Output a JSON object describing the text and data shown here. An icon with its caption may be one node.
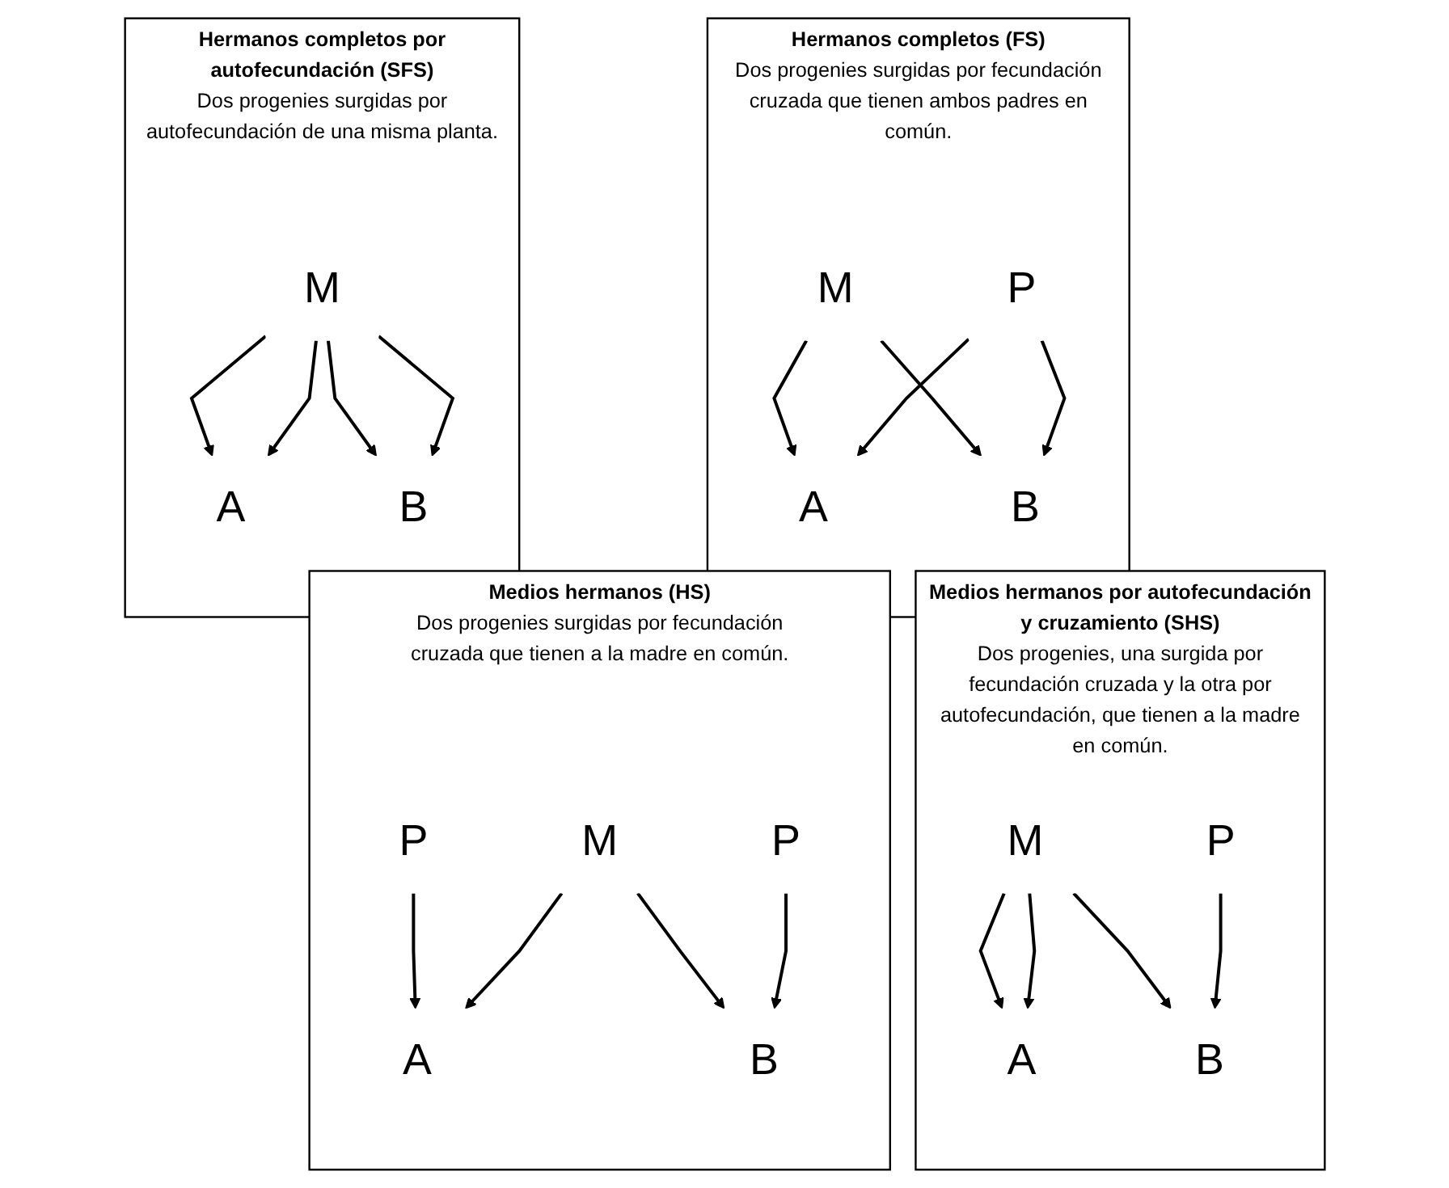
{
  "diagram": {
    "nodes": [
      {
        "text": [
          "Hermanos completos por autofecundación (SFS)",
          "Dos progenies surgidas por autofecundación de una misma planta."
        ]
      },
      {
        "text": [
          "M"
        ],
        "in": 0
      },
      {
        "text": [
          "A"
        ],
        "in": 0
      },
      {
        "text": [
          "B"
        ],
        "in": 0
      },
      {
        "text": [
          "Hermanos completos (FS)",
          "Dos progenies surgidas por fecundación cruzada que tienen ambos padres en común."
        ]
      },
      {
        "text": [
          "M"
        ],
        "in": 4
      },
      {
        "text": [
          "P"
        ],
        "in": 4
      },
      {
        "text": [
          "A"
        ],
        "in": 4
      },
      {
        "text": [
          "B"
        ],
        "in": 4
      },
      {
        "text": [
          "Medios hermanos (HS)",
          "Dos progenies surgidas por fecundación cruzada que tienen a la madre en común."
        ]
      },
      {
        "text": [
          "P"
        ],
        "in": 9
      },
      {
        "text": [
          "M"
        ],
        "in": 9
      },
      {
        "text": [
          "P"
        ],
        "in": 9
      },
      {
        "text": [
          "A"
        ],
        "in": 9
      },
      {
        "text": [
          "B"
        ],
        "in": 9
      },
      {
        "text": [
          "Medios hermanos por autofecundación y cruzamiento (SHS)",
          "Dos progenies, una surgida por fecundación cruzada y la otra por autofecundación, que tienen a la madre en común."
        ]
      },
      {
        "text": [
          "M"
        ],
        "in": 15
      },
      {
        "text": [
          "P"
        ],
        "in": 15
      },
      {
        "text": [
          "A"
        ],
        "in": 15
      },
      {
        "text": [
          "B"
        ],
        "in": 15
      }
    ],
    "edges": [
      {
        "from": 1,
        "to": 2,
        "arrow": "to"
      },
      {
        "from": 1,
        "to": 2,
        "arrow": "to"
      },
      {
        "from": 1,
        "to": 3,
        "arrow": "to"
      },
      {
        "from": 1,
        "to": 3,
        "arrow": "to"
      },
      {
        "from": 5,
        "to": 7,
        "arrow": "to"
      },
      {
        "from": 5,
        "to": 8,
        "arrow": "to"
      },
      {
        "from": 6,
        "to": 7,
        "arrow": "to"
      },
      {
        "from": 6,
        "to": 8,
        "arrow": "to"
      },
      {
        "from": 10,
        "to": 13,
        "arrow": "to"
      },
      {
        "from": 11,
        "to": 13,
        "arrow": "to"
      },
      {
        "from": 11,
        "to": 14,
        "arrow": "to"
      },
      {
        "from": 12,
        "to": 14,
        "arrow": "to"
      },
      {
        "from": 16,
        "to": 18,
        "arrow": "to"
      },
      {
        "from": 16,
        "to": 18,
        "arrow": "to"
      },
      {
        "from": 16,
        "to": 19,
        "arrow": "to"
      },
      {
        "from": 17,
        "to": 19,
        "arrow": "to"
      }
    ]
  }
}
